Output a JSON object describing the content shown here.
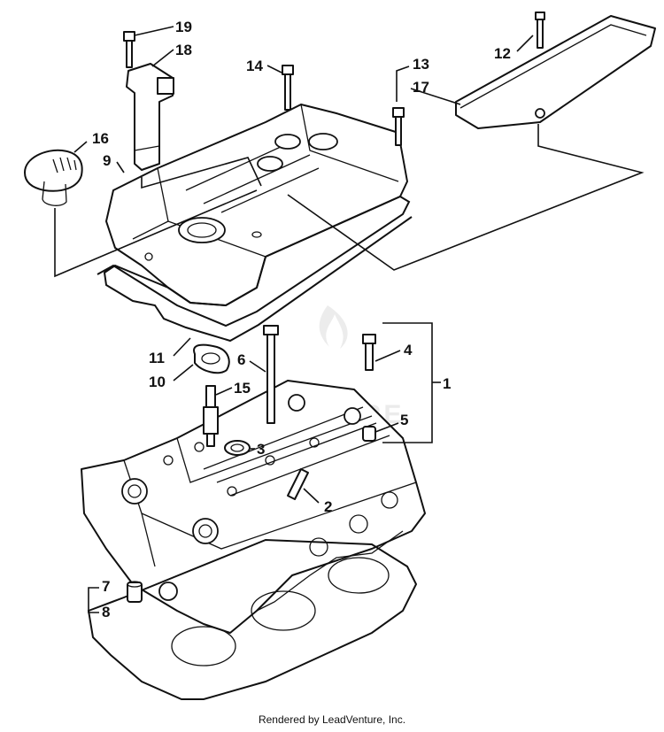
{
  "callouts": {
    "c1": "1",
    "c2": "2",
    "c3": "3",
    "c4": "4",
    "c5": "5",
    "c6": "6",
    "c7": "7",
    "c8": "8",
    "c9": "9",
    "c10": "10",
    "c11": "11",
    "c12": "12",
    "c13": "13",
    "c14": "14",
    "c15": "15",
    "c16": "16",
    "c17": "17",
    "c18": "18",
    "c19": "19"
  },
  "footer": "Rendered by LeadVenture, Inc."
}
